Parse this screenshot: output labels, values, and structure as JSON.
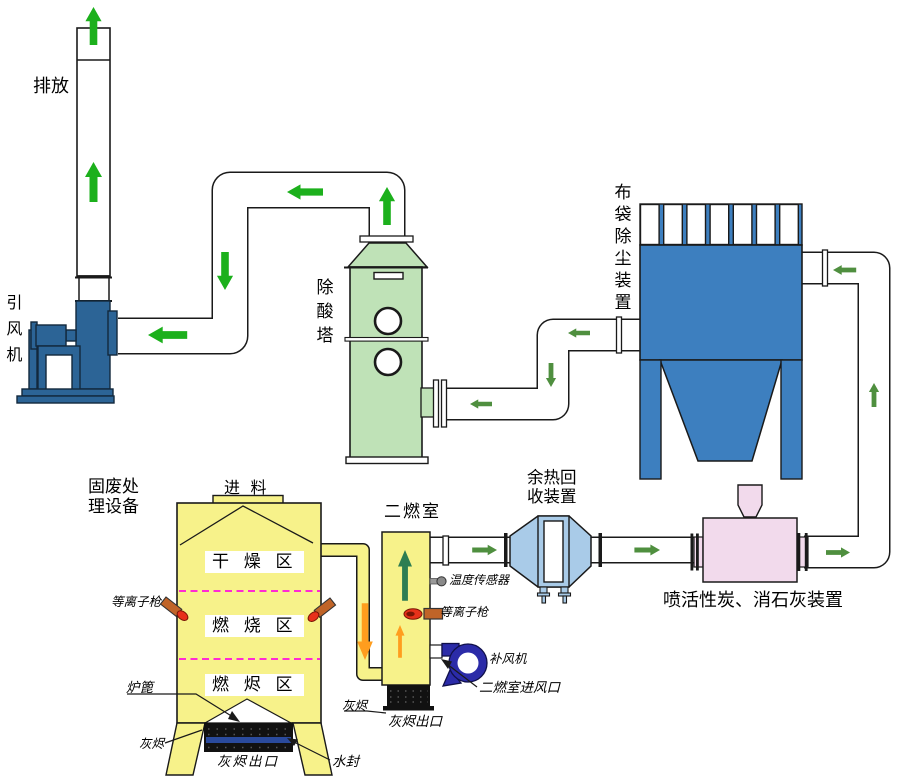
{
  "labels": {
    "emission": "排放",
    "induced_draft_fan": "引风机",
    "acid_tower": "除酸塔",
    "bag_filter": "布袋除尘装置",
    "solid_waste_unit": "固废处理设备",
    "feed": "进 料",
    "drying_zone": "干 燥 区",
    "combustion_zone": "燃 烧 区",
    "burnout_zone": "燃 烬 区",
    "plasma_gun_furnace": "等离子枪",
    "grate": "炉篦",
    "ash_furnace": "灰烬",
    "ash_outlet_furnace": "灰烬出口",
    "water_seal": "水封",
    "secondary_chamber": "二燃室",
    "temp_sensor": "温度传感器",
    "plasma_gun_chamber": "等离子枪",
    "aux_fan": "补风机",
    "chamber_air_inlet": "二燃室进风口",
    "ash_chamber": "灰烬",
    "ash_outlet_chamber": "灰烬出口",
    "heat_recovery": "余热回收装置",
    "carbon_lime_unit": "喷活性炭、消石灰装置"
  },
  "colors": {
    "arrow_green_bright": "#1cb01c",
    "arrow_green_dark": "#4f8f3f",
    "arrow_green_chamber": "#2e7d52",
    "arrow_orange": "#ff9d1e",
    "equipment_yellow": "#f7f28a",
    "tower_green": "#bfe2b7",
    "collector_blue": "#3d7fbf",
    "fan_blue": "#2c6496",
    "heat_exchanger_blue": "#a9cbe8",
    "spray_device_pink": "#f2daec",
    "aux_fan_navy": "#2b2ba8",
    "zone_divider_magenta": "#ff2ad2",
    "plasma_gun_orange": "#c06428",
    "flame_red": "#e8311a",
    "water_seal_blue": "#2a4a9c"
  }
}
